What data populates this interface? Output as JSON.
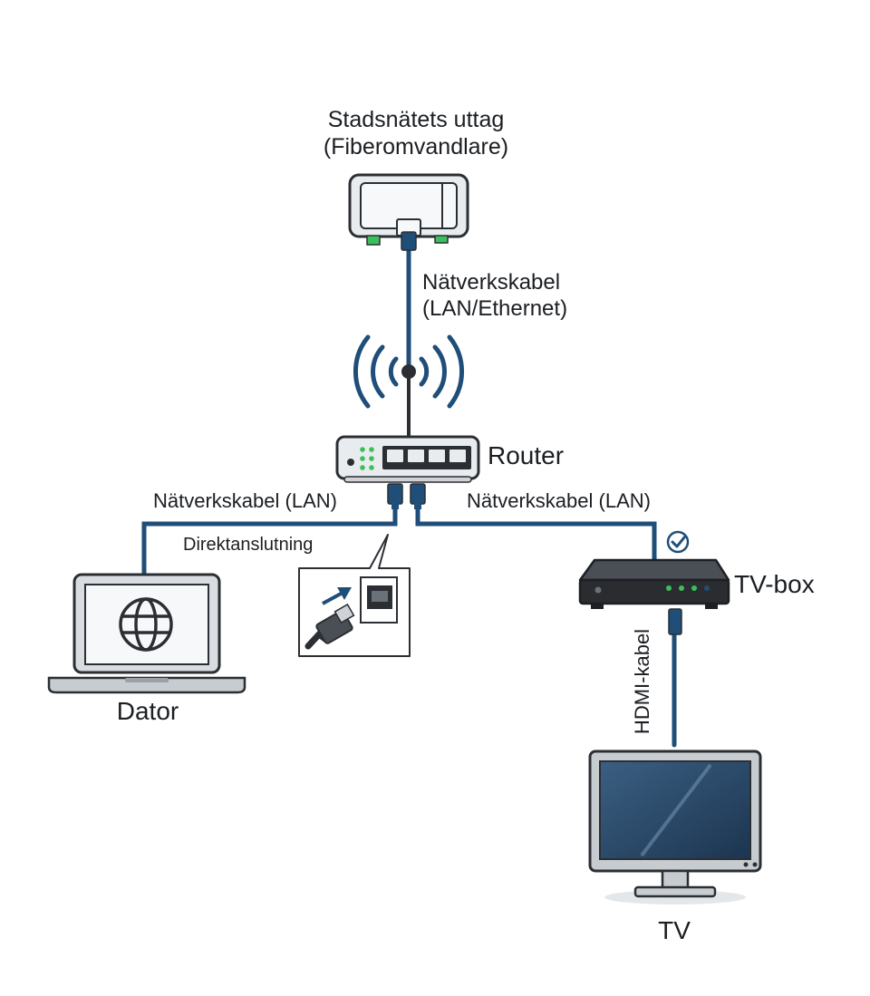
{
  "source": {
    "line1": "Stadsnätets uttag",
    "line2": "(Fiberomvandlare)"
  },
  "uplink_cable": {
    "line1": "Nätverkskabel",
    "line2": "(LAN/Ethernet)"
  },
  "router": {
    "label": "Router"
  },
  "lan_left": {
    "label": "Nätverkskabel (LAN)"
  },
  "lan_right": {
    "label": "Nätverkskabel (LAN)"
  },
  "direct_connection": {
    "label": "Direktanslutning"
  },
  "computer": {
    "label": "Dator"
  },
  "tvbox": {
    "label": "TV-box"
  },
  "hdmi_cable": {
    "label": "HDMI-kabel"
  },
  "tv": {
    "label": "TV"
  },
  "colors": {
    "cable": "#1f4e79",
    "outline": "#2b2f33",
    "device_fill": "#e9ecef",
    "tvbox_fill": "#2a2c30",
    "screen_fill": "#2c4a68",
    "led_green": "#3cbf5a",
    "led_accent": "#1f4e79"
  }
}
